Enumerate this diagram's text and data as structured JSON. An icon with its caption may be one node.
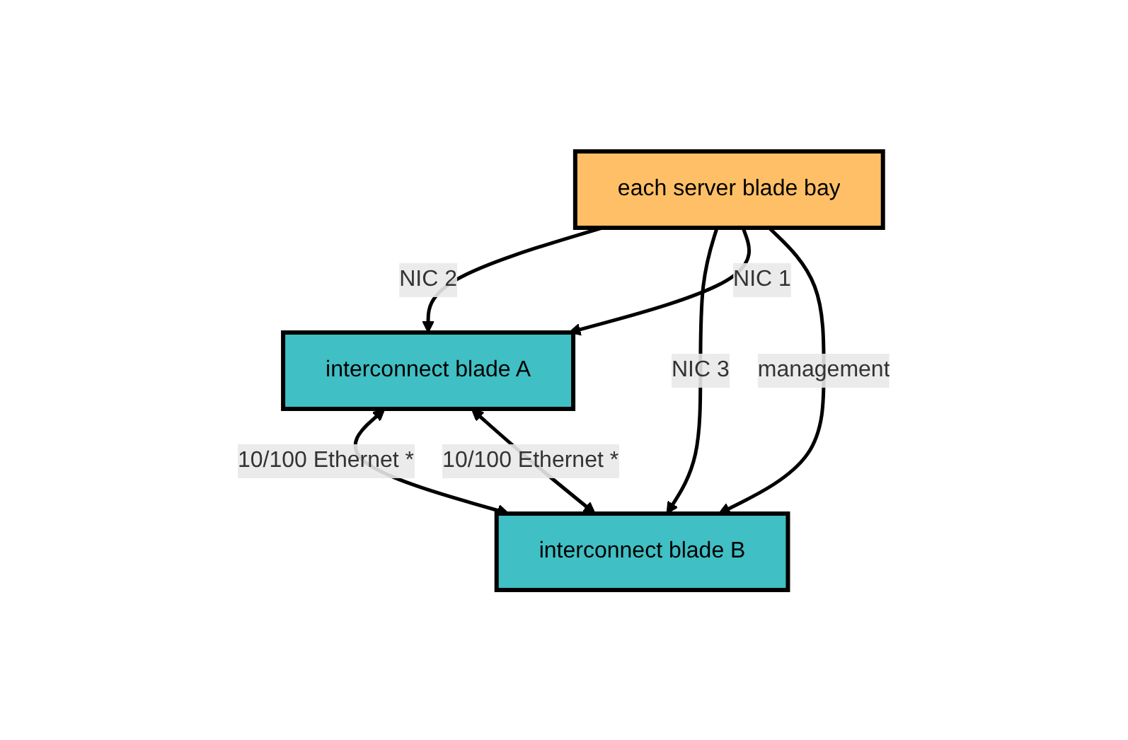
{
  "diagram": {
    "nodes": [
      {
        "text": [
          "interconnect blade A"
        ]
      },
      {
        "text": [
          "each server blade bay"
        ]
      },
      {
        "text": [
          "interconnect blade B"
        ]
      }
    ],
    "edges": [
      {
        "from": 0,
        "to": 2,
        "arrow": "both",
        "label": "10/100 Ethernet *"
      },
      {
        "from": 1,
        "to": 0,
        "arrow": "to",
        "label": "NIC 2"
      },
      {
        "from": 1,
        "to": 2,
        "arrow": "to",
        "label": "NIC 3"
      },
      {
        "from": 1,
        "to": 0,
        "arrow": "to",
        "label": "NIC 1"
      },
      {
        "from": 1,
        "to": 2,
        "arrow": "to",
        "label": "management"
      },
      {
        "from": 0,
        "to": 2,
        "arrow": "both",
        "label": "10/100 Ethernet *"
      }
    ]
  }
}
